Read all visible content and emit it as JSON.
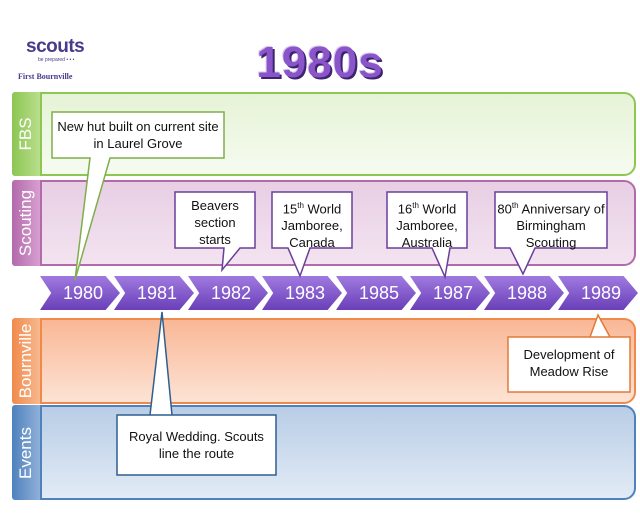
{
  "logo": {
    "word": "scouts",
    "tagline": "be prepared • • •",
    "group": "First Bournville"
  },
  "title": "1980s",
  "bands": [
    {
      "label": "FBS",
      "color": "#8cc653"
    },
    {
      "label": "Scouting",
      "color": "#b36aab"
    },
    {
      "label": "Bournville",
      "color": "#f08a4b"
    },
    {
      "label": "Events",
      "color": "#4f81bd"
    }
  ],
  "years": [
    "1980",
    "1981",
    "1982",
    "1983",
    "1985",
    "1987",
    "1988",
    "1989"
  ],
  "callouts": {
    "hut": "New hut built on current site in Laurel Grove",
    "beavers": "Beavers section starts",
    "jamboree15_num": "15",
    "jamboree15_sup": "th",
    "jamboree15_rest": "World Jamboree, Canada",
    "jamboree16_num": "16",
    "jamboree16_sup": "th",
    "jamboree16_rest": "World Jamboree, Australia",
    "anniv_num": "80",
    "anniv_sup": "th",
    "anniv_rest": "Anniversary of Birmingham Scouting",
    "wedding": "Royal Wedding. Scouts line the route",
    "meadow": "Development of Meadow Rise"
  }
}
